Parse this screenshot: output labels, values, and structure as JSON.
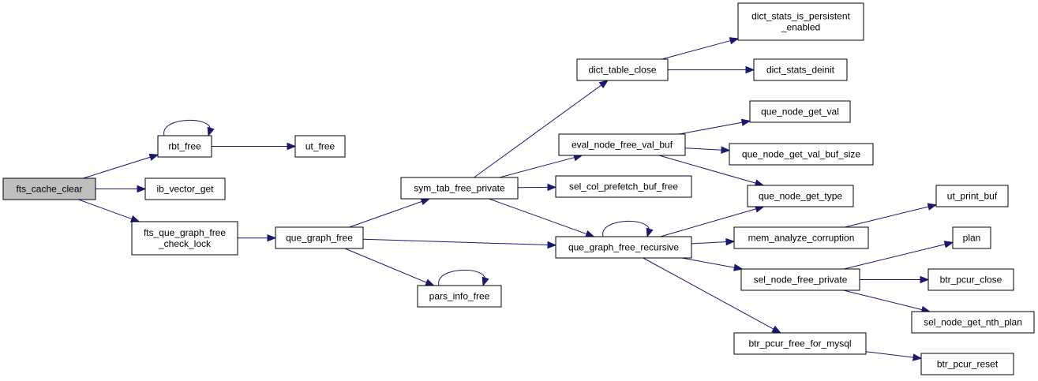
{
  "colors": {
    "edge": "#191970",
    "node_border": "#000000",
    "root_fill": "#bfbfbf",
    "node_fill": "#ffffff"
  },
  "nodes": {
    "fts_cache_clear": [
      "fts_cache_clear"
    ],
    "rbt_free": [
      "rbt_free"
    ],
    "ut_free": [
      "ut_free"
    ],
    "ib_vector_get": [
      "ib_vector_get"
    ],
    "fts_que_graph_free_check_lock": [
      "fts_que_graph_free",
      "_check_lock"
    ],
    "que_graph_free": [
      "que_graph_free"
    ],
    "sym_tab_free_private": [
      "sym_tab_free_private"
    ],
    "pars_info_free": [
      "pars_info_free"
    ],
    "dict_table_close": [
      "dict_table_close"
    ],
    "dict_stats_is_persistent_enabled": [
      "dict_stats_is_persistent",
      "_enabled"
    ],
    "dict_stats_deinit": [
      "dict_stats_deinit"
    ],
    "eval_node_free_val_buf": [
      "eval_node_free_val_buf"
    ],
    "que_node_get_val": [
      "que_node_get_val"
    ],
    "que_node_get_val_buf_size": [
      "que_node_get_val_buf_size"
    ],
    "sel_col_prefetch_buf_free": [
      "sel_col_prefetch_buf_free"
    ],
    "que_node_get_type": [
      "que_node_get_type"
    ],
    "que_graph_free_recursive": [
      "que_graph_free_recursive"
    ],
    "mem_analyze_corruption": [
      "mem_analyze_corruption"
    ],
    "ut_print_buf": [
      "ut_print_buf"
    ],
    "sel_node_free_private": [
      "sel_node_free_private"
    ],
    "plan": [
      "plan"
    ],
    "btr_pcur_close": [
      "btr_pcur_close"
    ],
    "sel_node_get_nth_plan": [
      "sel_node_get_nth_plan"
    ],
    "btr_pcur_free_for_mysql": [
      "btr_pcur_free_for_mysql"
    ],
    "btr_pcur_reset": [
      "btr_pcur_reset"
    ]
  },
  "edges": [
    [
      "fts_cache_clear",
      "rbt_free"
    ],
    [
      "fts_cache_clear",
      "ib_vector_get"
    ],
    [
      "fts_cache_clear",
      "fts_que_graph_free_check_lock"
    ],
    [
      "rbt_free",
      "rbt_free"
    ],
    [
      "rbt_free",
      "ut_free"
    ],
    [
      "fts_que_graph_free_check_lock",
      "que_graph_free"
    ],
    [
      "que_graph_free",
      "sym_tab_free_private"
    ],
    [
      "que_graph_free",
      "que_graph_free_recursive"
    ],
    [
      "que_graph_free",
      "pars_info_free"
    ],
    [
      "pars_info_free",
      "pars_info_free"
    ],
    [
      "sym_tab_free_private",
      "dict_table_close"
    ],
    [
      "sym_tab_free_private",
      "eval_node_free_val_buf"
    ],
    [
      "sym_tab_free_private",
      "sel_col_prefetch_buf_free"
    ],
    [
      "sym_tab_free_private",
      "que_graph_free_recursive"
    ],
    [
      "dict_table_close",
      "dict_stats_is_persistent_enabled"
    ],
    [
      "dict_table_close",
      "dict_stats_deinit"
    ],
    [
      "eval_node_free_val_buf",
      "que_node_get_val"
    ],
    [
      "eval_node_free_val_buf",
      "que_node_get_val_buf_size"
    ],
    [
      "eval_node_free_val_buf",
      "que_node_get_type"
    ],
    [
      "que_graph_free_recursive",
      "que_graph_free_recursive"
    ],
    [
      "que_graph_free_recursive",
      "que_node_get_type"
    ],
    [
      "que_graph_free_recursive",
      "mem_analyze_corruption"
    ],
    [
      "que_graph_free_recursive",
      "sel_node_free_private"
    ],
    [
      "que_graph_free_recursive",
      "btr_pcur_free_for_mysql"
    ],
    [
      "mem_analyze_corruption",
      "ut_print_buf"
    ],
    [
      "sel_node_free_private",
      "plan"
    ],
    [
      "sel_node_free_private",
      "btr_pcur_close"
    ],
    [
      "sel_node_free_private",
      "sel_node_get_nth_plan"
    ],
    [
      "btr_pcur_free_for_mysql",
      "btr_pcur_reset"
    ]
  ]
}
